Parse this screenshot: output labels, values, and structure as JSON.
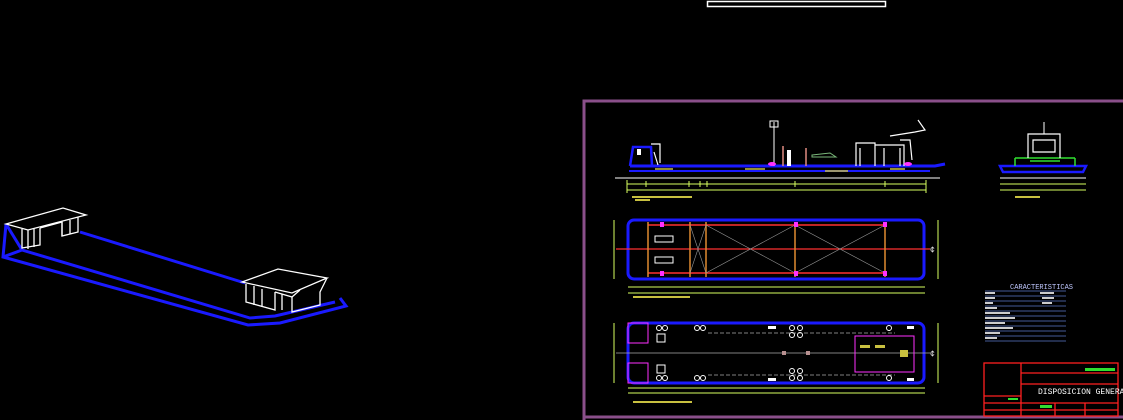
{
  "drawing": {
    "characteristics_title": "CARACTERISTICAS",
    "title_block": {
      "title": "DISPOSICION GENERAL"
    }
  },
  "colors": {
    "background": "#000000",
    "hull": "#1a1aff",
    "sheet_frame": "#8a4f8a",
    "title_block": "#ff2020",
    "dimension": "#d8ff60",
    "text_yellow": "#c8c040",
    "centerline": "#ff3030",
    "structure": "#e08a30",
    "fittings": "#ff30ff",
    "table_lines": "#5a78c8"
  },
  "icons": {
    "model_3d": "barge-3d-wireframe",
    "views": [
      "side-elevation",
      "deck-structure-plan",
      "deck-fittings-plan",
      "end-view"
    ]
  }
}
